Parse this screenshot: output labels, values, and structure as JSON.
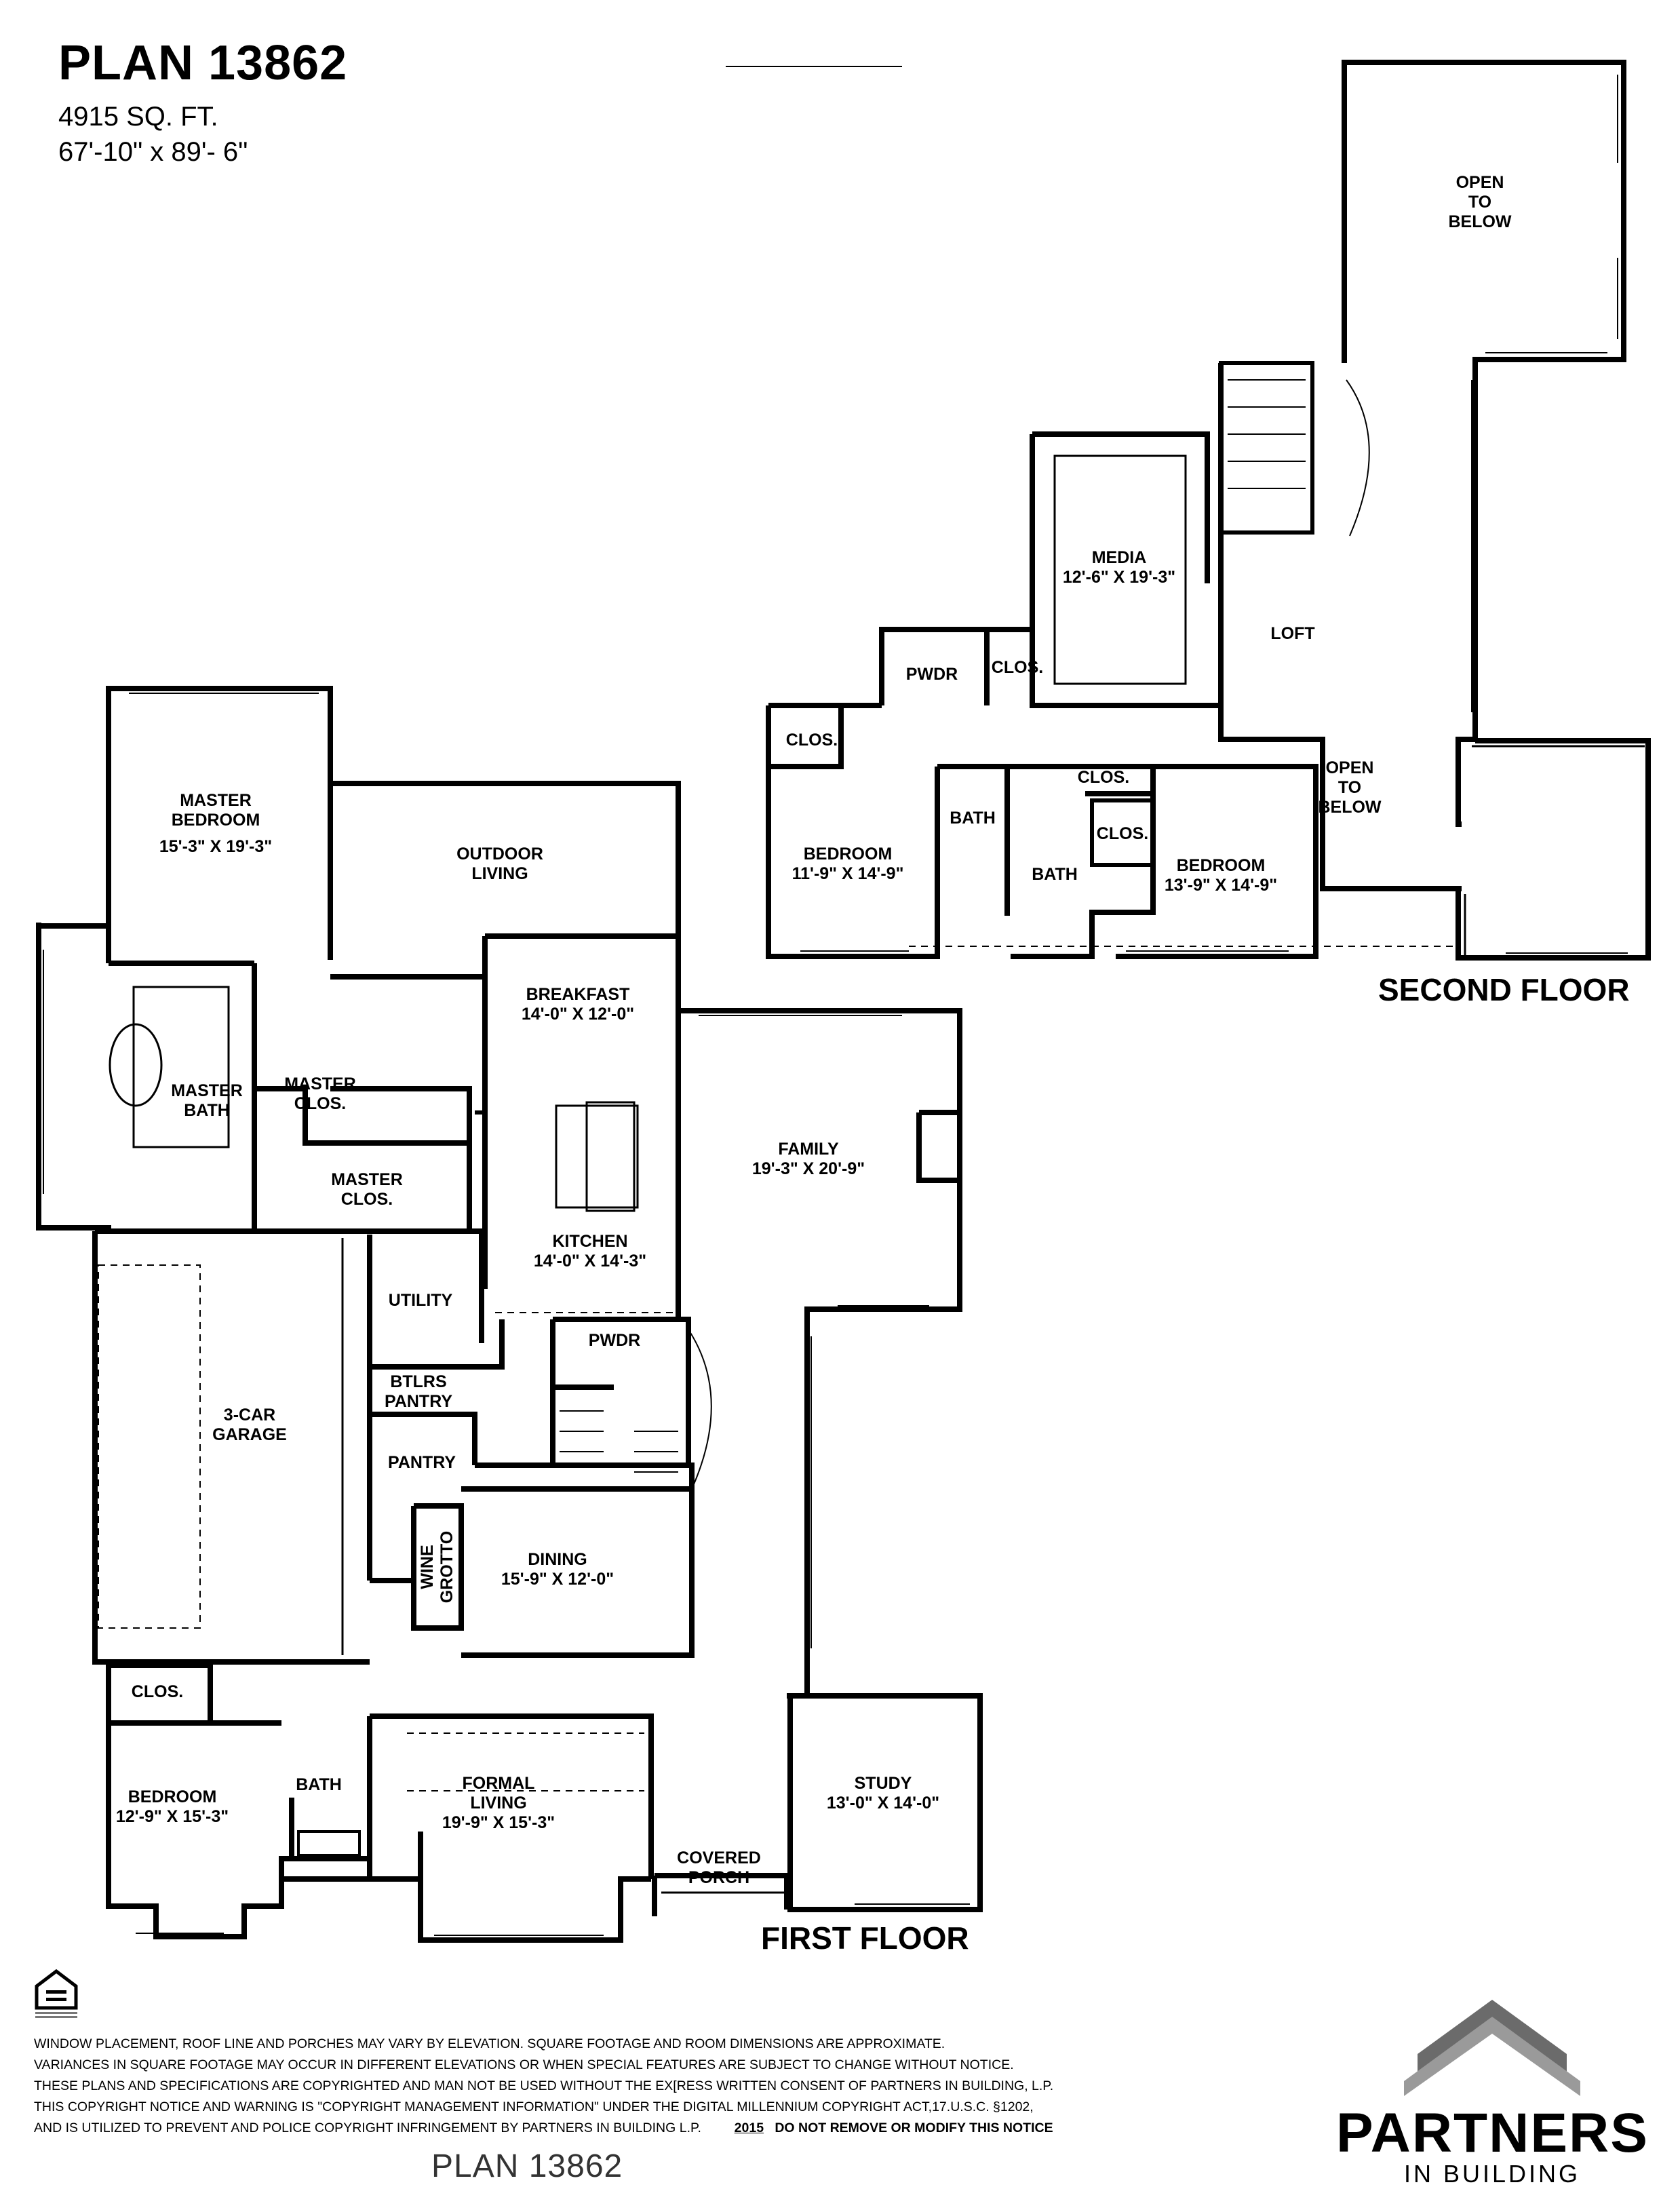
{
  "header": {
    "title": "PLAN 13862",
    "sqft": "4915 SQ. FT.",
    "dimensions": "67'-10\" x 89'- 6\""
  },
  "second_floor": {
    "label": "SECOND FLOOR",
    "rooms": {
      "open_to_below_top": [
        "OPEN",
        "TO",
        "BELOW"
      ],
      "open_to_below_mid": [
        "OPEN",
        "TO",
        "BELOW"
      ],
      "media": {
        "name": "MEDIA",
        "size": "12'-6\" X 19'-3\""
      },
      "loft": {
        "name": "LOFT"
      },
      "pwdr": {
        "name": "PWDR"
      },
      "clos_media": {
        "name": "CLOS."
      },
      "clos_bed2": {
        "name": "CLOS."
      },
      "clos_bath_top": {
        "name": "CLOS."
      },
      "clos_bed3": {
        "name": "CLOS."
      },
      "bath_left": {
        "name": "BATH"
      },
      "bath_right": {
        "name": "BATH"
      },
      "bedroom_left": {
        "name": "BEDROOM",
        "size": "11'-9\" X 14'-9\""
      },
      "bedroom_right": {
        "name": "BEDROOM",
        "size": "13'-9\" X 14'-9\""
      }
    }
  },
  "first_floor": {
    "label": "FIRST FLOOR",
    "rooms": {
      "master_bedroom": {
        "name": [
          "MASTER",
          "BEDROOM"
        ],
        "size": "15'-3\" X 19'-3\""
      },
      "outdoor_living": {
        "name": [
          "OUTDOOR",
          "LIVING"
        ]
      },
      "breakfast": {
        "name": "BREAKFAST",
        "size": "14'-0\" X 12'-0\""
      },
      "master_bath": {
        "name": [
          "MASTER",
          "BATH"
        ]
      },
      "master_clos_top": {
        "name": [
          "MASTER",
          "CLOS."
        ]
      },
      "master_clos": {
        "name": [
          "MASTER",
          "CLOS."
        ]
      },
      "family": {
        "name": "FAMILY",
        "size": "19'-3\" X 20'-9\""
      },
      "kitchen": {
        "name": "KITCHEN",
        "size": "14'-0\" X 14'-3\""
      },
      "utility": {
        "name": "UTILITY"
      },
      "pwdr": {
        "name": "PWDR"
      },
      "garage": {
        "name": [
          "3-CAR",
          "GARAGE"
        ]
      },
      "btlrs_pantry": {
        "name": [
          "BTLRS",
          "PANTRY"
        ]
      },
      "pantry": {
        "name": "PANTRY"
      },
      "wine_grotto": {
        "name": [
          "WINE",
          "GROTTO"
        ]
      },
      "dining": {
        "name": "DINING",
        "size": "15'-9\" X 12'-0\""
      },
      "clos": {
        "name": "CLOS."
      },
      "bedroom": {
        "name": "BEDROOM",
        "size": "12'-9\" X 15'-3\""
      },
      "bath": {
        "name": "BATH"
      },
      "formal_living": {
        "name": [
          "FORMAL",
          "LIVING"
        ],
        "size": "19'-9\" X 15'-3\""
      },
      "study": {
        "name": "STUDY",
        "size": "13'-0\" X 14'-0\""
      },
      "covered_porch": {
        "name": [
          "COVERED",
          "PORCH"
        ]
      }
    }
  },
  "disclaimer": {
    "lines": [
      "WINDOW PLACEMENT, ROOF LINE AND PORCHES MAY VARY BY ELEVATION.  SQUARE FOOTAGE AND ROOM DIMENSIONS ARE APPROXIMATE.",
      "VARIANCES IN SQUARE FOOTAGE MAY OCCUR IN DIFFERENT ELEVATIONS OR  WHEN SPECIAL FEATURES ARE SUBJECT TO CHANGE WITHOUT NOTICE.",
      "THESE PLANS AND SPECIFICATIONS ARE COPYRIGHTED AND MAN NOT BE USED WITHOUT THE EX[RESS WRITTEN CONSENT OF PARTNERS IN BUILDING, L.P.",
      "THIS COPYRIGHT NOTICE AND WARNING IS \"COPYRIGHT MANAGEMENT INFORMATION\" UNDER THE DIGITAL MILLENNIUM COPYRIGHT ACT,17.U.S.C.      §1202,",
      "AND IS UTILIZED TO PREVENT AND POLICE COPYRIGHT INFRINGEMENT BY PARTNERS IN BUILDING L.P."
    ],
    "year": "2015",
    "warning": "DO NOT REMOVE OR MODIFY THIS NOTICE"
  },
  "watermark": "PLAN 13862",
  "brand": {
    "name": "PARTNERS",
    "sub": "IN BUILDING"
  },
  "icons": {
    "logo": "roof-chevron-logo-icon",
    "equal_housing": "equal-housing-icon"
  },
  "colors": {
    "wall": "#000000",
    "brand_gray": "#6b6b6b"
  }
}
